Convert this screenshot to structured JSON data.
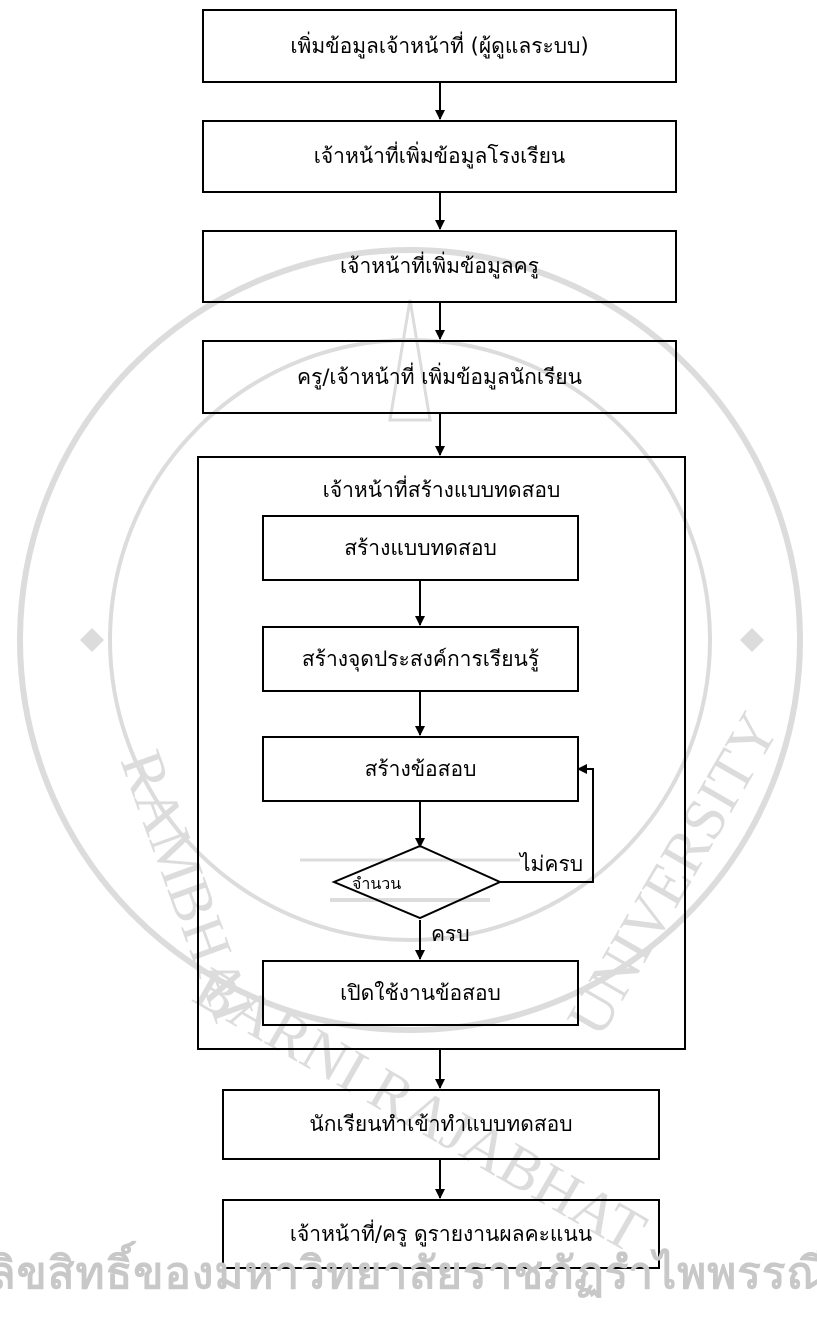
{
  "nodes": {
    "add_staff": "เพิ่มข้อมูลเจ้าหน้าที่ (ผู้ดูแลระบบ)",
    "add_school": "เจ้าหน้าที่เพิ่มข้อมูลโรงเรียน",
    "add_teacher": "เจ้าหน้าที่เพิ่มข้อมูลครู",
    "add_student": "ครู/เจ้าหน้าที่ เพิ่มข้อมูลนักเรียน",
    "group_title": "เจ้าหน้าที่สร้างแบบทดสอบ",
    "create_test": "สร้างแบบทดสอบ",
    "create_objective": "สร้างจุดประสงค์การเรียนรู้",
    "create_item": "สร้างข้อสอบ",
    "decision": "จำนวน",
    "enable_item": "เปิดใช้งานข้อสอบ",
    "student_take": "นักเรียนทำเข้าทำแบบทดสอบ",
    "view_report": "เจ้าหน้าที่/ครู ดูรายงานผลคะแนน"
  },
  "edges": {
    "not_complete": "ไม่ครบ",
    "complete": "ครบ"
  },
  "watermark": {
    "footer_text": "ลิขสิทธิ์ของมหาวิทยาลัยราชภัฏรำไพพรรณี",
    "ring_left": "RAMBHAI",
    "ring_bottom": "BARNI RAJABHAT",
    "ring_right": "UNIVERSITY"
  },
  "colors": {
    "stroke": "#000000",
    "watermark": "#d6d6d6"
  }
}
